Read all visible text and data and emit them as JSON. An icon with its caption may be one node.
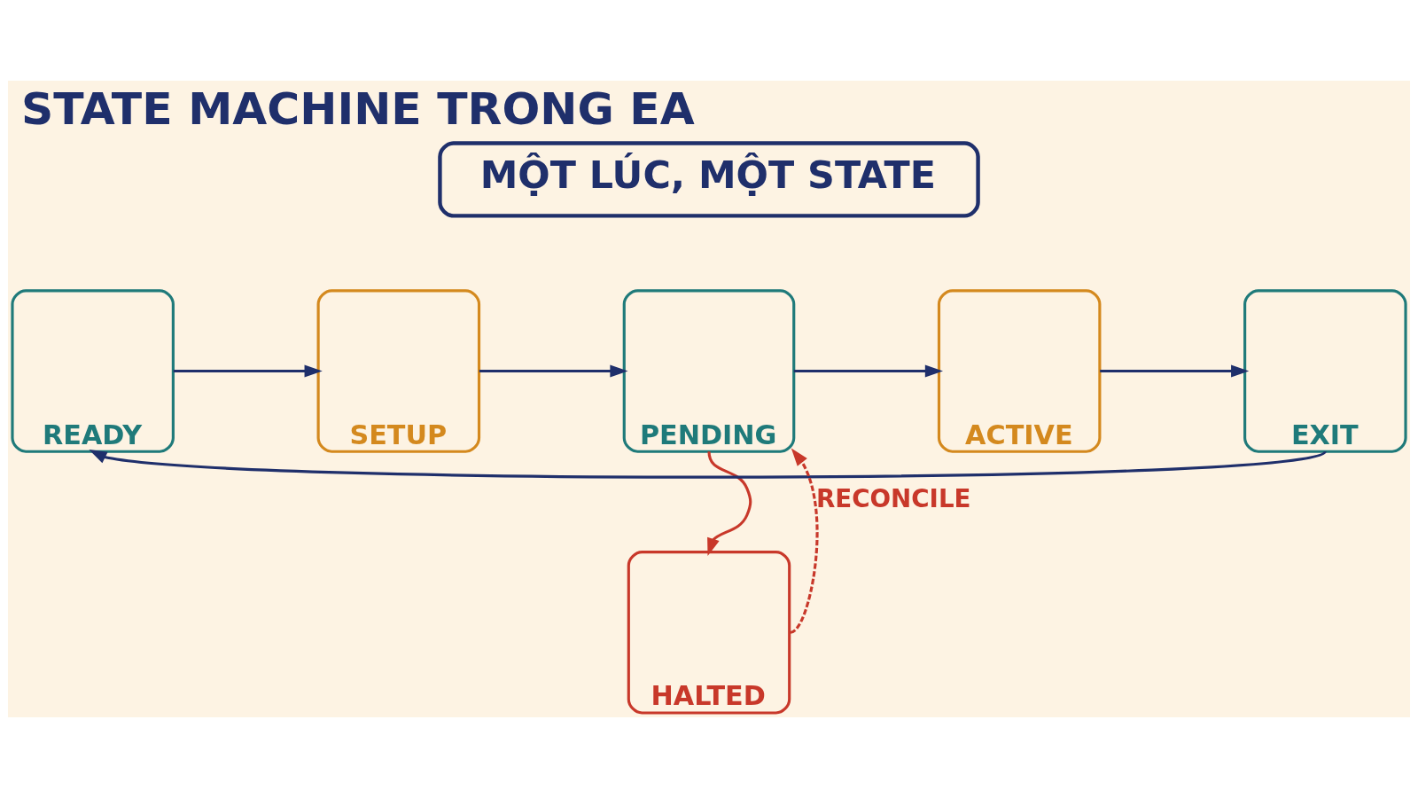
{
  "diagram": {
    "title": "STATE MACHINE TRONG EA",
    "nodes": [
      {
        "text": [
          "MỘT LÚC, MỘT STATE"
        ]
      },
      {
        "text": [
          "READY"
        ]
      },
      {
        "text": [
          "SETUP"
        ]
      },
      {
        "text": [
          "PENDING"
        ]
      },
      {
        "text": [
          "ACTIVE"
        ]
      },
      {
        "text": [
          "EXIT"
        ]
      },
      {
        "text": [
          "HALTED"
        ]
      }
    ],
    "edges": [
      {
        "from": 1,
        "to": 2,
        "arrow": "to"
      },
      {
        "from": 2,
        "to": 3,
        "arrow": "to"
      },
      {
        "from": 3,
        "to": 4,
        "arrow": "to"
      },
      {
        "from": 4,
        "to": 5,
        "arrow": "to"
      },
      {
        "from": 3,
        "to": 6,
        "arrow": "to",
        "color": "#c8382a"
      },
      {
        "from": 6,
        "to": 3,
        "arrow": "to",
        "label": "RECONCILE",
        "style": "dashed",
        "color": "#c8382a"
      },
      {
        "from": 5,
        "to": 1,
        "arrow": "to"
      }
    ]
  }
}
